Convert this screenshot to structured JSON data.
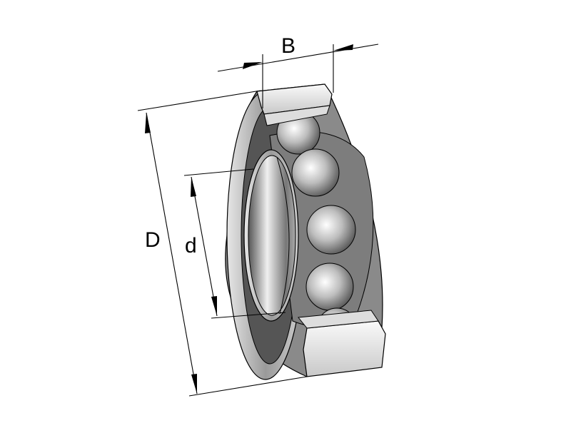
{
  "diagram": {
    "labels": {
      "width": "B",
      "outer_diameter": "D",
      "bore_diameter": "d"
    },
    "colors": {
      "line": "#000000",
      "metal_light": "#f2f2f2",
      "metal_mid": "#b8b8b8",
      "metal_dark": "#6e6e6e"
    }
  }
}
